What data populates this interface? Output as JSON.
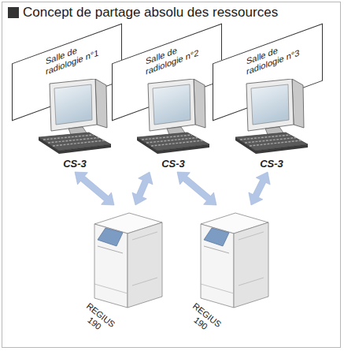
{
  "diagram": {
    "title": "Concept de partage absolu des ressources",
    "nodes": [
      {
        "text": [
          "Salle de radiologie n°1"
        ]
      },
      {
        "text": [
          "Salle de radiologie n°2"
        ]
      },
      {
        "text": [
          "Salle de radiologie n°3"
        ]
      },
      {
        "text": [
          "CS-3"
        ]
      },
      {
        "text": [
          "CS-3"
        ]
      },
      {
        "text": [
          "CS-3"
        ]
      },
      {
        "text": [
          "REGIUS 190"
        ]
      },
      {
        "text": [
          "REGIUS 190"
        ]
      }
    ],
    "edges": [
      {
        "from": 3,
        "to": 6,
        "arrow": "both"
      },
      {
        "from": 4,
        "to": 6,
        "arrow": "both"
      },
      {
        "from": 4,
        "to": 7,
        "arrow": "both"
      },
      {
        "from": 5,
        "to": 7,
        "arrow": "both"
      }
    ]
  }
}
